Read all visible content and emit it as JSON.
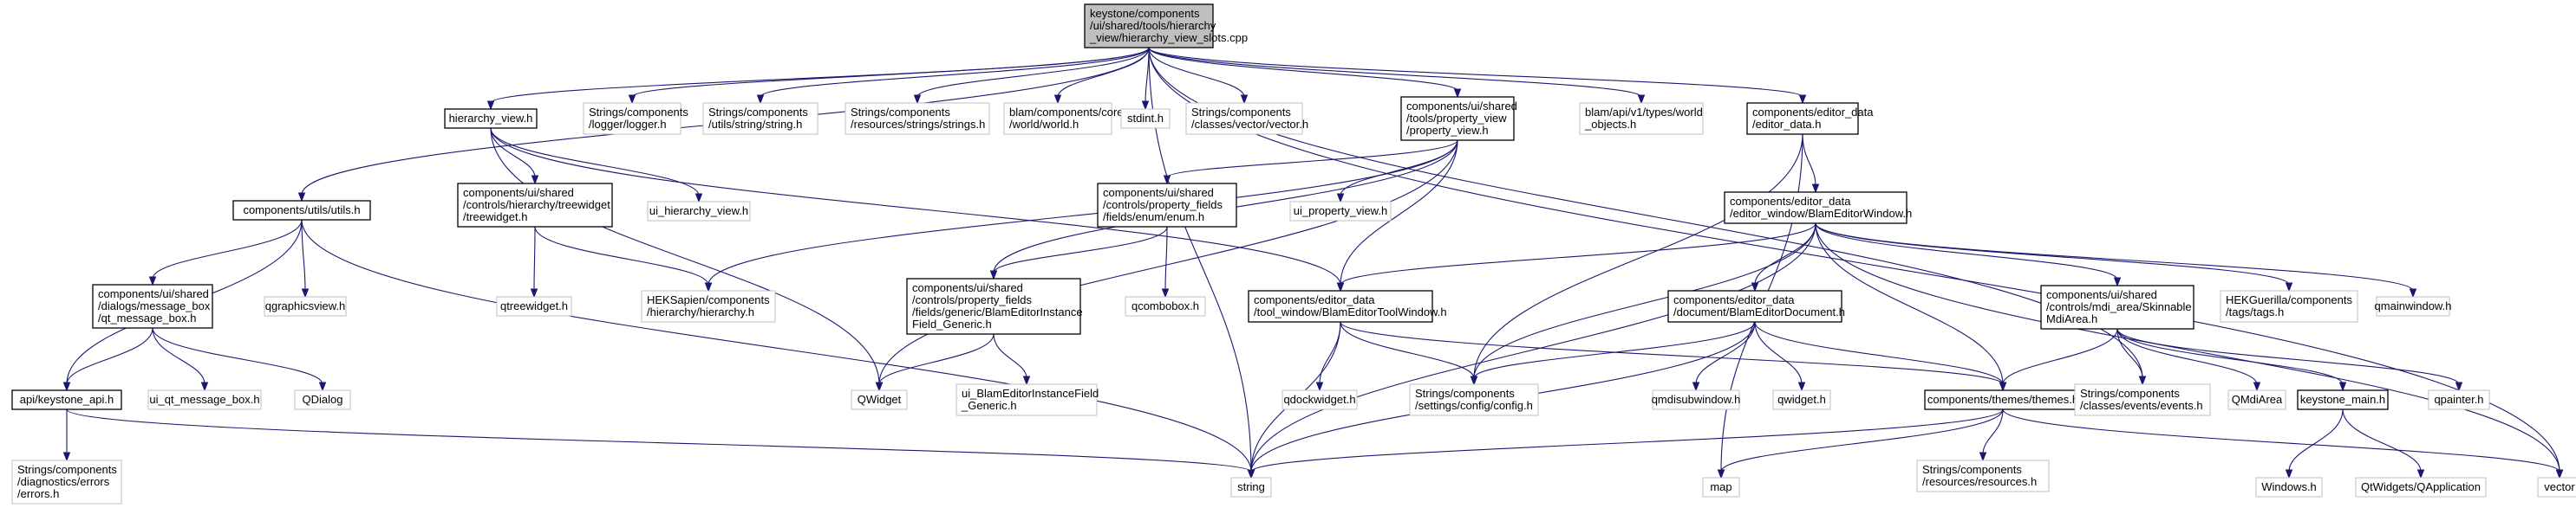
{
  "diagram": {
    "nodes": [
      {
        "id": "root",
        "style": "root",
        "lines": [
          "keystone/components",
          "/ui/shared/tools/hierarchy",
          "_view/hierarchy_view_slots.cpp"
        ]
      },
      {
        "id": "utils_h",
        "style": "file",
        "lines": [
          "components/utils/utils.h"
        ]
      },
      {
        "id": "hierarchy_view_h",
        "style": "file",
        "lines": [
          "hierarchy_view.h"
        ]
      },
      {
        "id": "logger_h",
        "style": "ext",
        "lines": [
          "Strings/components",
          "/logger/logger.h"
        ]
      },
      {
        "id": "string_h",
        "style": "ext",
        "lines": [
          "Strings/components",
          "/utils/string/string.h"
        ]
      },
      {
        "id": "strings_h",
        "style": "ext",
        "lines": [
          "Strings/components",
          "/resources/strings/strings.h"
        ]
      },
      {
        "id": "world_h",
        "style": "ext",
        "lines": [
          "blam/components/core",
          "/world/world.h"
        ]
      },
      {
        "id": "stdint_h",
        "style": "ext",
        "lines": [
          "stdint.h"
        ]
      },
      {
        "id": "vector_h",
        "style": "ext",
        "lines": [
          "Strings/components",
          "/classes/vector/vector.h"
        ]
      },
      {
        "id": "property_view_h",
        "style": "file",
        "lines": [
          "components/ui/shared",
          "/tools/property_view",
          "/property_view.h"
        ]
      },
      {
        "id": "world_objects_h",
        "style": "ext",
        "lines": [
          "blam/api/v1/types/world",
          "_objects.h"
        ]
      },
      {
        "id": "editor_data_h",
        "style": "file",
        "lines": [
          "components/editor_data",
          "/editor_data.h"
        ]
      },
      {
        "id": "message_box_h",
        "style": "file",
        "lines": [
          "components/ui/shared",
          "/dialogs/message_box",
          "/qt_message_box.h"
        ]
      },
      {
        "id": "qgraphicsview_h",
        "style": "ext",
        "lines": [
          "qgraphicsview.h"
        ]
      },
      {
        "id": "treewidget_h",
        "style": "file",
        "lines": [
          "components/ui/shared",
          "/controls/hierarchy/treewidget",
          "/treewidget.h"
        ]
      },
      {
        "id": "ui_hierarchy_view_h",
        "style": "ext",
        "lines": [
          "ui_hierarchy_view.h"
        ]
      },
      {
        "id": "enum_h",
        "style": "file",
        "lines": [
          "components/ui/shared",
          "/controls/property_fields",
          "/fields/enum/enum.h"
        ]
      },
      {
        "id": "ui_property_view_h",
        "style": "ext",
        "lines": [
          "ui_property_view.h"
        ]
      },
      {
        "id": "editor_window_h",
        "style": "file",
        "lines": [
          "components/editor_data",
          "/editor_window/BlamEditorWindow.h"
        ]
      },
      {
        "id": "keystone_api_h",
        "style": "file",
        "lines": [
          "api/keystone_api.h"
        ]
      },
      {
        "id": "ui_qt_message_box_h",
        "style": "ext",
        "lines": [
          "ui_qt_message_box.h"
        ]
      },
      {
        "id": "qdialog",
        "style": "ext",
        "lines": [
          "QDialog"
        ]
      },
      {
        "id": "qtreewidget_h",
        "style": "ext",
        "lines": [
          "qtreewidget.h"
        ]
      },
      {
        "id": "hierarchy_h",
        "style": "ext",
        "lines": [
          "HEKSapien/components",
          "/hierarchy/hierarchy.h"
        ]
      },
      {
        "id": "instance_field_h",
        "style": "file",
        "lines": [
          "components/ui/shared",
          "/controls/property_fields",
          "/fields/generic/BlamEditorInstance",
          "Field_Generic.h"
        ]
      },
      {
        "id": "qcombobox_h",
        "style": "ext",
        "lines": [
          "qcombobox.h"
        ]
      },
      {
        "id": "tool_window_h",
        "style": "file",
        "lines": [
          "components/editor_data",
          "/tool_window/BlamEditorToolWindow.h"
        ]
      },
      {
        "id": "editor_document_h",
        "style": "file",
        "lines": [
          "components/editor_data",
          "/document/BlamEditorDocument.h"
        ]
      },
      {
        "id": "mdiarea_h",
        "style": "file",
        "lines": [
          "components/ui/shared",
          "/controls/mdi_area/Skinnable",
          "MdiArea.h"
        ]
      },
      {
        "id": "tags_h",
        "style": "ext",
        "lines": [
          "HEKGuerilla/components",
          "/tags/tags.h"
        ]
      },
      {
        "id": "qmainwindow_h",
        "style": "ext",
        "lines": [
          "qmainwindow.h"
        ]
      },
      {
        "id": "errors_h",
        "style": "ext",
        "lines": [
          "Strings/components",
          "/diagnostics/errors",
          "/errors.h"
        ]
      },
      {
        "id": "qwidget",
        "style": "ext",
        "lines": [
          "QWidget"
        ]
      },
      {
        "id": "ui_instance_field_h",
        "style": "ext",
        "lines": [
          "ui_BlamEditorInstanceField",
          "_Generic.h"
        ]
      },
      {
        "id": "qdockwidget_h",
        "style": "ext",
        "lines": [
          "qdockwidget.h"
        ]
      },
      {
        "id": "config_h",
        "style": "ext",
        "lines": [
          "Strings/components",
          "/settings/config/config.h"
        ]
      },
      {
        "id": "qmdisubwindow_h",
        "style": "ext",
        "lines": [
          "qmdisubwindow.h"
        ]
      },
      {
        "id": "qwidget_h",
        "style": "ext",
        "lines": [
          "qwidget.h"
        ]
      },
      {
        "id": "themes_h",
        "style": "file",
        "lines": [
          "components/themes/themes.h"
        ]
      },
      {
        "id": "events_h",
        "style": "ext",
        "lines": [
          "Strings/components",
          "/classes/events/events.h"
        ]
      },
      {
        "id": "qmdiarea",
        "style": "ext",
        "lines": [
          "QMdiArea"
        ]
      },
      {
        "id": "keystone_main_h",
        "style": "file",
        "lines": [
          "keystone_main.h"
        ]
      },
      {
        "id": "qpainter_h",
        "style": "ext",
        "lines": [
          "qpainter.h"
        ]
      },
      {
        "id": "string",
        "style": "ext",
        "lines": [
          "string"
        ]
      },
      {
        "id": "map",
        "style": "ext",
        "lines": [
          "map"
        ]
      },
      {
        "id": "resources_h",
        "style": "ext",
        "lines": [
          "Strings/components",
          "/resources/resources.h"
        ]
      },
      {
        "id": "windows_h",
        "style": "ext",
        "lines": [
          "Windows.h"
        ]
      },
      {
        "id": "qapplication",
        "style": "ext",
        "lines": [
          "QtWidgets/QApplication"
        ]
      },
      {
        "id": "vector",
        "style": "ext",
        "lines": [
          "vector"
        ]
      }
    ],
    "edges": [
      [
        "root",
        "utils_h"
      ],
      [
        "root",
        "hierarchy_view_h"
      ],
      [
        "root",
        "logger_h"
      ],
      [
        "root",
        "string_h"
      ],
      [
        "root",
        "strings_h"
      ],
      [
        "root",
        "world_h"
      ],
      [
        "root",
        "stdint_h"
      ],
      [
        "root",
        "vector_h"
      ],
      [
        "root",
        "property_view_h"
      ],
      [
        "root",
        "world_objects_h"
      ],
      [
        "root",
        "editor_data_h"
      ],
      [
        "root",
        "events_h"
      ],
      [
        "root",
        "vector"
      ],
      [
        "root",
        "string"
      ],
      [
        "utils_h",
        "message_box_h"
      ],
      [
        "utils_h",
        "qgraphicsview_h"
      ],
      [
        "utils_h",
        "keystone_api_h"
      ],
      [
        "utils_h",
        "string"
      ],
      [
        "message_box_h",
        "keystone_api_h"
      ],
      [
        "message_box_h",
        "ui_qt_message_box_h"
      ],
      [
        "message_box_h",
        "qdialog"
      ],
      [
        "keystone_api_h",
        "errors_h"
      ],
      [
        "keystone_api_h",
        "string"
      ],
      [
        "hierarchy_view_h",
        "treewidget_h"
      ],
      [
        "hierarchy_view_h",
        "ui_hierarchy_view_h"
      ],
      [
        "hierarchy_view_h",
        "qwidget"
      ],
      [
        "hierarchy_view_h",
        "tool_window_h"
      ],
      [
        "treewidget_h",
        "qtreewidget_h"
      ],
      [
        "treewidget_h",
        "hierarchy_h"
      ],
      [
        "property_view_h",
        "enum_h"
      ],
      [
        "property_view_h",
        "ui_property_view_h"
      ],
      [
        "property_view_h",
        "instance_field_h"
      ],
      [
        "property_view_h",
        "tool_window_h"
      ],
      [
        "property_view_h",
        "qwidget"
      ],
      [
        "property_view_h",
        "hierarchy_h"
      ],
      [
        "enum_h",
        "instance_field_h"
      ],
      [
        "enum_h",
        "qcombobox_h"
      ],
      [
        "instance_field_h",
        "qwidget"
      ],
      [
        "instance_field_h",
        "ui_instance_field_h"
      ],
      [
        "editor_data_h",
        "editor_window_h"
      ],
      [
        "editor_data_h",
        "map"
      ],
      [
        "editor_data_h",
        "config_h"
      ],
      [
        "editor_window_h",
        "tool_window_h"
      ],
      [
        "editor_window_h",
        "editor_document_h"
      ],
      [
        "editor_window_h",
        "mdiarea_h"
      ],
      [
        "editor_window_h",
        "tags_h"
      ],
      [
        "editor_window_h",
        "qmainwindow_h"
      ],
      [
        "editor_window_h",
        "themes_h"
      ],
      [
        "editor_window_h",
        "config_h"
      ],
      [
        "editor_window_h",
        "string"
      ],
      [
        "editor_window_h",
        "vector"
      ],
      [
        "tool_window_h",
        "qdockwidget_h"
      ],
      [
        "tool_window_h",
        "config_h"
      ],
      [
        "tool_window_h",
        "themes_h"
      ],
      [
        "tool_window_h",
        "string"
      ],
      [
        "editor_document_h",
        "qmdisubwindow_h"
      ],
      [
        "editor_document_h",
        "qwidget_h"
      ],
      [
        "editor_document_h",
        "themes_h"
      ],
      [
        "editor_document_h",
        "config_h"
      ],
      [
        "editor_document_h",
        "string"
      ],
      [
        "mdiarea_h",
        "themes_h"
      ],
      [
        "mdiarea_h",
        "events_h"
      ],
      [
        "mdiarea_h",
        "qmdiarea"
      ],
      [
        "mdiarea_h",
        "keystone_main_h"
      ],
      [
        "mdiarea_h",
        "qpainter_h"
      ],
      [
        "themes_h",
        "string"
      ],
      [
        "themes_h",
        "map"
      ],
      [
        "themes_h",
        "resources_h"
      ],
      [
        "themes_h",
        "vector"
      ],
      [
        "keystone_main_h",
        "windows_h"
      ],
      [
        "keystone_main_h",
        "qapplication"
      ]
    ]
  }
}
